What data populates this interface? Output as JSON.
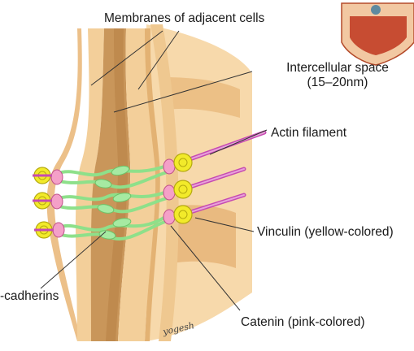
{
  "labels": {
    "membranes": "Membranes of adjacent cells",
    "intercellular_line1": "Intercellular space",
    "intercellular_line2": "(15–20nm)",
    "actin": "Actin filament",
    "vinculin": "Vinculin (yellow-colored)",
    "cadherins": "-cadherins",
    "catenin": "Catenin (pink-colored)",
    "signature": "yogesh"
  },
  "colors": {
    "cell": "#f7d9ab",
    "cell_shade": "#e0ad6c",
    "membrane": "#edc389",
    "gap": "#c9965a",
    "gap_dark": "#b57e41",
    "vinculin": "#f2ea2a",
    "catenin": "#f4a0c8",
    "actin": "#c64bb2",
    "cadherin": "#8ee08a",
    "leader": "#333333"
  },
  "logo": {
    "name": "shield-logo-icon"
  }
}
